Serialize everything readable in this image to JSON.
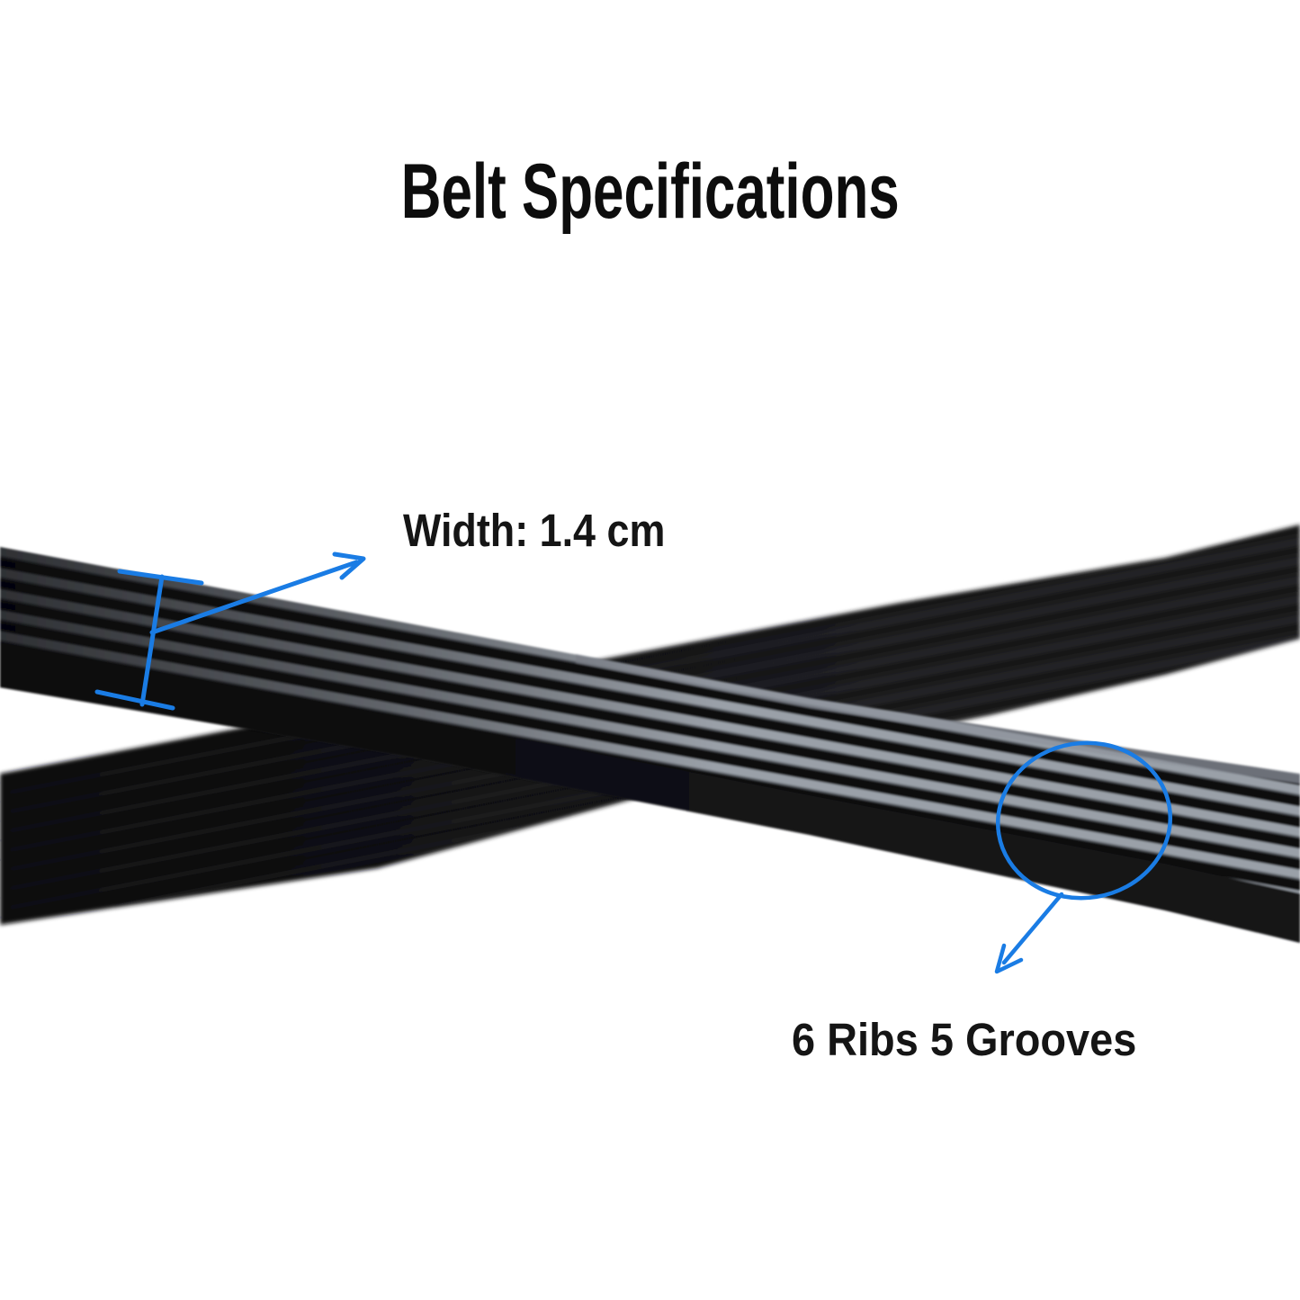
{
  "title": "Belt Specifications",
  "annotations": {
    "width_label": "Width: 1.4 cm",
    "ribs_label": "6 Ribs 5 Grooves"
  },
  "specs": {
    "belt_width_cm": "1.4",
    "ribs": "6",
    "grooves": "5"
  },
  "colors": {
    "background": "#ffffff",
    "title_text": "#0d0d0d",
    "label_text": "#151515",
    "annotation_blue": "#1a7ce4",
    "belt_black": "#121215",
    "rib_highlight_gray": "#9aa0a8"
  }
}
